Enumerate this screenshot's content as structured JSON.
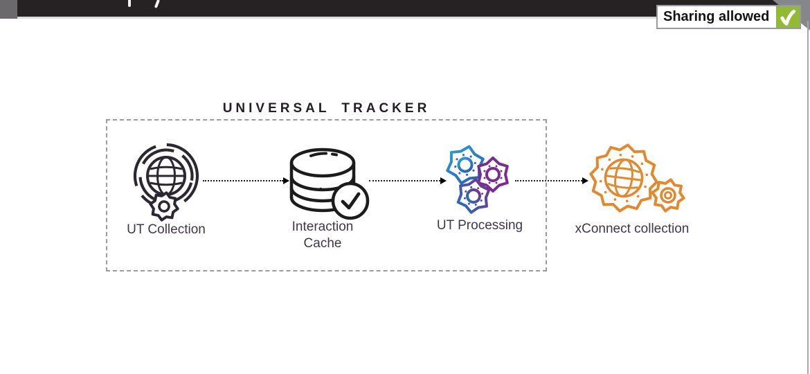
{
  "header": {
    "badge": {
      "label": "Sharing allowed",
      "icon": "check-icon"
    }
  },
  "diagram": {
    "title": "UNIVERSAL TRACKER",
    "boundary": "dashed tracker box",
    "nodes": [
      {
        "id": "ut-collection",
        "label": "UT Collection",
        "icon": "globe-arcs-gear-icon",
        "inside_boundary": true
      },
      {
        "id": "interaction-cache",
        "label": "Interaction Cache",
        "icon": "database-check-icon",
        "inside_boundary": true
      },
      {
        "id": "ut-processing",
        "label": "UT Processing",
        "icon": "three-gears-icon",
        "inside_boundary": true
      },
      {
        "id": "xconnect-collection",
        "label": "xConnect collection",
        "icon": "gear-globe-icon",
        "inside_boundary": false
      }
    ],
    "connections": [
      {
        "from": "ut-collection",
        "to": "interaction-cache"
      },
      {
        "from": "interaction-cache",
        "to": "ut-processing"
      },
      {
        "from": "ut-processing",
        "to": "xconnect-collection"
      }
    ]
  },
  "colors": {
    "top_bar": "#262123",
    "corner_square": "#6b696b",
    "corner_wedge": "#85878a",
    "badge_green": "#93ba33",
    "dashed_border": "#9c9c9c",
    "dark_icon": "#2b2831",
    "processing_blue": "#2173b8",
    "processing_purple": "#7b2d8e",
    "xconnect_orange": "#e2882e",
    "label_text": "#3e3749",
    "title_text": "#232024"
  }
}
